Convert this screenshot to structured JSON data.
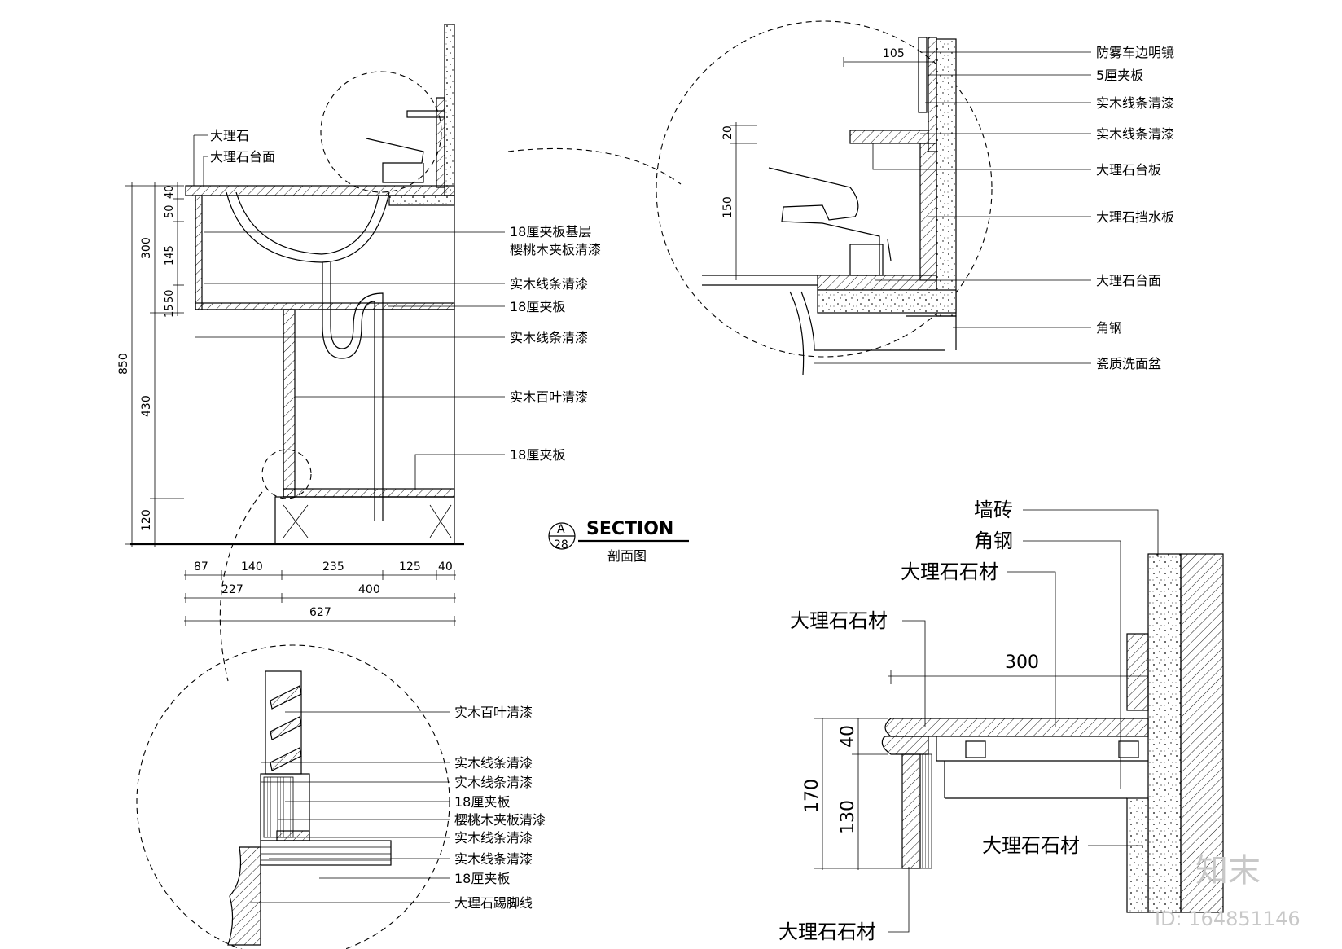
{
  "section_title": {
    "code_top": "A",
    "code_bottom": "28",
    "title_en": "SECTION",
    "title_cn": "剖面图"
  },
  "main_section": {
    "labels_left": [
      "大理石",
      "大理石台面"
    ],
    "labels_right": [
      "18厘夹板基层",
      "樱桃木夹板清漆",
      "实木线条清漆",
      "18厘夹板",
      "实木线条清漆",
      "实木百叶清漆",
      "18厘夹板"
    ],
    "dims_vertical_outer": [
      "850"
    ],
    "dims_vertical_inner": [
      "300",
      "430",
      "120"
    ],
    "dims_vertical_small": [
      "40",
      "50",
      "145",
      "50",
      "15"
    ],
    "dims_horizontal_row1": [
      "87",
      "140",
      "235",
      "125",
      "40"
    ],
    "dims_horizontal_row2": [
      "227",
      "400"
    ],
    "dims_horizontal_row3": [
      "627"
    ]
  },
  "detail_top_right": {
    "labels": [
      "防雾车边明镜",
      "5厘夹板",
      "实木线条清漆",
      "实木线条清漆",
      "大理石台板",
      "大理石挡水板",
      "大理石台面",
      "角钢",
      "瓷质洗面盆"
    ],
    "dim_top": "105",
    "dims_vertical": [
      "20",
      "150"
    ]
  },
  "detail_bottom_left": {
    "labels": [
      "实木百叶清漆",
      "实木线条清漆",
      "实木线条清漆",
      "18厘夹板",
      "樱桃木夹板清漆",
      "实木线条清漆",
      "实木线条清漆",
      "18厘夹板",
      "大理石踢脚线"
    ]
  },
  "detail_bottom_right": {
    "labels_top": [
      "墙砖",
      "角钢",
      "大理石石材",
      "大理石石材"
    ],
    "label_right": "大理石石材",
    "label_bottom": "大理石石材",
    "dim_width": "300",
    "dims_vertical": [
      "40",
      "130"
    ],
    "dim_total": "170"
  },
  "watermark": {
    "logo": "知末",
    "id_text": "ID: 164851146"
  }
}
